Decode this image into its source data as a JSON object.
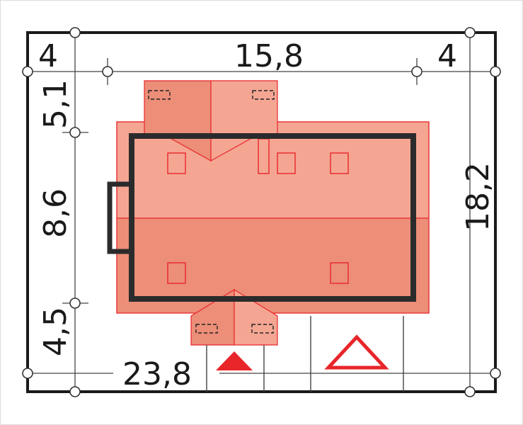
{
  "dimensions": {
    "top_left": "4",
    "top_middle": "15,8",
    "top_right": "4",
    "right_total": "18,2",
    "left_upper": "5,1",
    "left_middle": "8,6",
    "left_lower": "4,5",
    "bottom_total": "23,8"
  },
  "colors": {
    "frame": "#1a1a1a",
    "house_wall": "#2b2b2b",
    "roof_light": "#f4a693",
    "roof_dark": "#ec8e78",
    "roof_line": "#e8262a",
    "guide_line": "#444444",
    "background": "#ffffff"
  },
  "icons": {
    "entrance_marker": "filled-triangle-icon",
    "vehicle_entrance_marker": "outline-triangle-icon"
  }
}
